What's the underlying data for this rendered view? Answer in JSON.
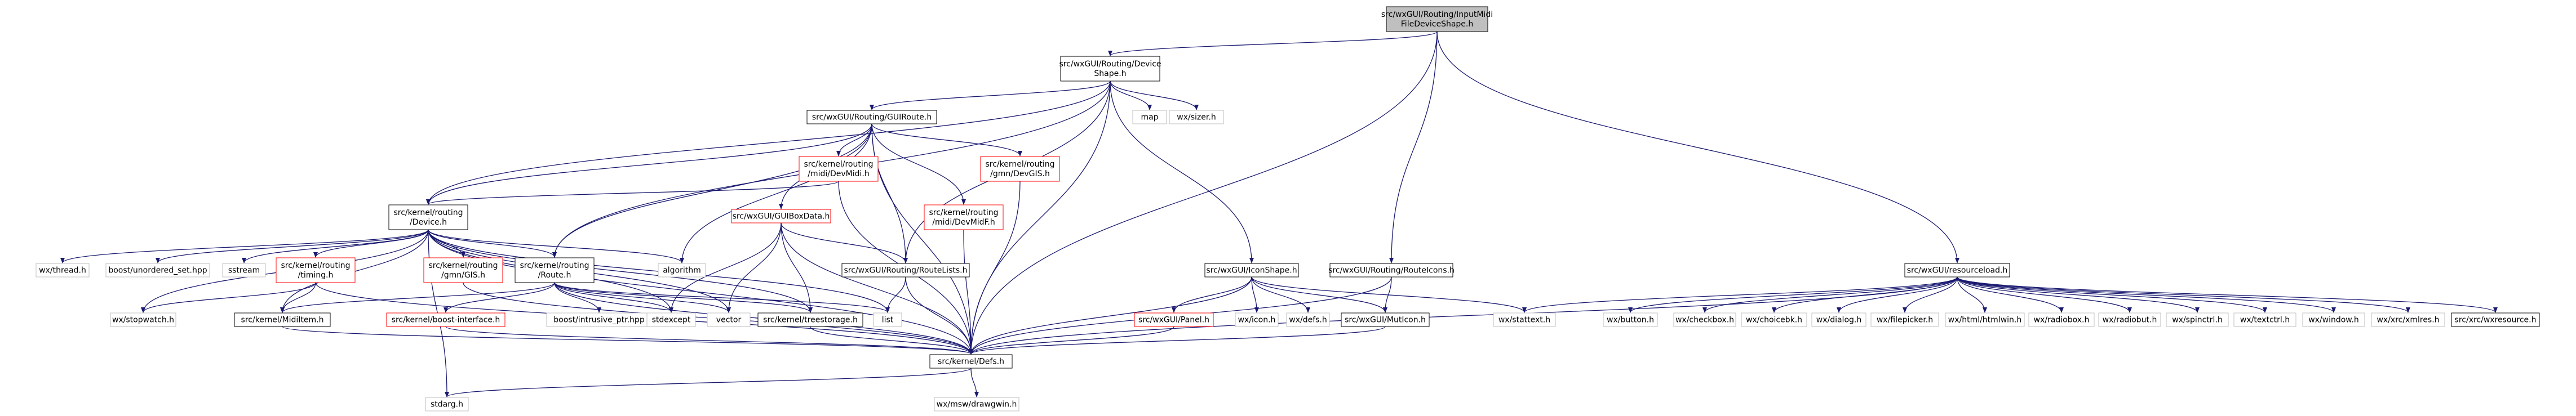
{
  "colors": {
    "edge": "#191970",
    "edge_faint": "#191970",
    "node_border": "#000000",
    "node_border_red": "#ff0000",
    "node_border_none": "#bfbfbf",
    "root_fill": "#bfbfbf",
    "node_fill": "#ffffff",
    "text": "#000000"
  },
  "nodes": [
    {
      "id": "root",
      "lines": [
        "src/wxGUI/Routing/InputMidi",
        "FileDeviceShape.h"
      ],
      "style": "root"
    },
    {
      "id": "deviceshape",
      "lines": [
        "src/wxGUI/Routing/Device",
        "Shape.h"
      ],
      "style": "box"
    },
    {
      "id": "guiroute",
      "lines": [
        "src/wxGUI/Routing/GUIRoute.h"
      ],
      "style": "box"
    },
    {
      "id": "map",
      "lines": [
        "map"
      ],
      "style": "plain"
    },
    {
      "id": "sizer",
      "lines": [
        "wx/sizer.h"
      ],
      "style": "plain"
    },
    {
      "id": "iconshape",
      "lines": [
        "src/wxGUI/IconShape.h"
      ],
      "style": "box"
    },
    {
      "id": "routeicons",
      "lines": [
        "src/wxGUI/Routing/RouteIcons.h"
      ],
      "style": "box"
    },
    {
      "id": "resourceload",
      "lines": [
        "src/wxGUI/resourceload.h"
      ],
      "style": "box"
    },
    {
      "id": "devmidi1",
      "lines": [
        "src/kernel/routing",
        "/midi/DevMidi.h"
      ],
      "style": "red"
    },
    {
      "id": "devgis1",
      "lines": [
        "src/kernel/routing",
        "/gmn/DevGIS.h"
      ],
      "style": "red"
    },
    {
      "id": "device",
      "lines": [
        "src/kernel/routing",
        "/Device.h"
      ],
      "style": "box"
    },
    {
      "id": "guiboxdata",
      "lines": [
        "src/wxGUI/GUIBoxData.h"
      ],
      "style": "red"
    },
    {
      "id": "devmidi2",
      "lines": [
        "src/kernel/routing",
        "/midi/DevMidF.h"
      ],
      "style": "red"
    },
    {
      "id": "routelists",
      "lines": [
        "src/wxGUI/Routing/RouteLists.h"
      ],
      "style": "box"
    },
    {
      "id": "algorithm",
      "lines": [
        "algorithm"
      ],
      "style": "plain"
    },
    {
      "id": "wxthread",
      "lines": [
        "wx/thread.h"
      ],
      "style": "plain"
    },
    {
      "id": "unordered",
      "lines": [
        "boost/unordered_set.hpp"
      ],
      "style": "plain"
    },
    {
      "id": "sstream",
      "lines": [
        "sstream"
      ],
      "style": "plain"
    },
    {
      "id": "timing",
      "lines": [
        "src/kernel/routing",
        "/timing.h"
      ],
      "style": "red"
    },
    {
      "id": "devgis2",
      "lines": [
        "src/kernel/routing",
        "/gmn/GIS.h"
      ],
      "style": "red"
    },
    {
      "id": "route",
      "lines": [
        "src/kernel/routing",
        "/Route.h"
      ],
      "style": "box"
    },
    {
      "id": "stopwatch",
      "lines": [
        "wx/stopwatch.h"
      ],
      "style": "plain"
    },
    {
      "id": "midiitem",
      "lines": [
        "src/kernel/MidiItem.h"
      ],
      "style": "box"
    },
    {
      "id": "boostiface",
      "lines": [
        "src/kernel/boost-interface.h"
      ],
      "style": "red"
    },
    {
      "id": "intrusive",
      "lines": [
        "boost/intrusive_ptr.hpp"
      ],
      "style": "plain"
    },
    {
      "id": "stdexcept",
      "lines": [
        "stdexcept"
      ],
      "style": "plain"
    },
    {
      "id": "vector",
      "lines": [
        "vector"
      ],
      "style": "plain"
    },
    {
      "id": "treestorage",
      "lines": [
        "src/kernel/treestorage.h"
      ],
      "style": "box"
    },
    {
      "id": "list",
      "lines": [
        "list"
      ],
      "style": "plain"
    },
    {
      "id": "panel",
      "lines": [
        "src/wxGUI/Panel.h"
      ],
      "style": "red"
    },
    {
      "id": "wxicon",
      "lines": [
        "wx/icon.h"
      ],
      "style": "plain"
    },
    {
      "id": "wxdefs",
      "lines": [
        "wx/defs.h"
      ],
      "style": "plain"
    },
    {
      "id": "muticon",
      "lines": [
        "src/wxGUI/MutIcon.h"
      ],
      "style": "box"
    },
    {
      "id": "stattext",
      "lines": [
        "wx/stattext.h"
      ],
      "style": "plain"
    },
    {
      "id": "button",
      "lines": [
        "wx/button.h"
      ],
      "style": "plain"
    },
    {
      "id": "checkbox",
      "lines": [
        "wx/checkbox.h"
      ],
      "style": "plain"
    },
    {
      "id": "choicebk",
      "lines": [
        "wx/choicebk.h"
      ],
      "style": "plain"
    },
    {
      "id": "dialog",
      "lines": [
        "wx/dialog.h"
      ],
      "style": "plain"
    },
    {
      "id": "filepicker",
      "lines": [
        "wx/filepicker.h"
      ],
      "style": "plain"
    },
    {
      "id": "htmlwin",
      "lines": [
        "wx/html/htmlwin.h"
      ],
      "style": "plain"
    },
    {
      "id": "radiobox",
      "lines": [
        "wx/radiobox.h"
      ],
      "style": "plain"
    },
    {
      "id": "radiobut",
      "lines": [
        "wx/radiobut.h"
      ],
      "style": "plain"
    },
    {
      "id": "spinctrl",
      "lines": [
        "wx/spinctrl.h"
      ],
      "style": "plain"
    },
    {
      "id": "textctrl",
      "lines": [
        "wx/textctrl.h"
      ],
      "style": "plain"
    },
    {
      "id": "wxwindow",
      "lines": [
        "wx/window.h"
      ],
      "style": "plain"
    },
    {
      "id": "xmlres",
      "lines": [
        "wx/xrc/xmlres.h"
      ],
      "style": "plain"
    },
    {
      "id": "wxresource",
      "lines": [
        "src/xrc/wxresource.h"
      ],
      "style": "box"
    },
    {
      "id": "defs",
      "lines": [
        "src/kernel/Defs.h"
      ],
      "style": "box"
    },
    {
      "id": "stdarg",
      "lines": [
        "stdarg.h"
      ],
      "style": "plain"
    },
    {
      "id": "mswdrawgwin",
      "lines": [
        "wx/msw/drawgwin.h"
      ],
      "style": "plain"
    }
  ]
}
